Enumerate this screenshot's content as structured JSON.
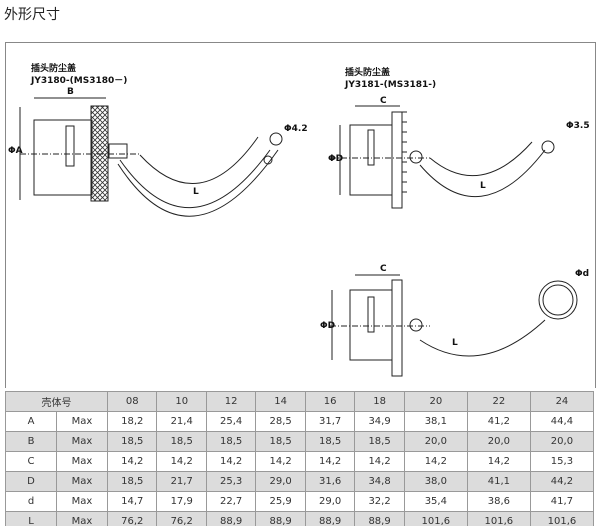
{
  "title": "外形尺寸",
  "drawings": [
    {
      "name": "插头防尘盖",
      "model": "JY3180-(MS3180－)",
      "dims": {
        "length": "B",
        "dia": "ΦA",
        "hole": "Φ4.2",
        "cable": "L"
      }
    },
    {
      "name": "插头防尘盖",
      "model": "JY3181-(MS3181-)",
      "dims": {
        "length": "C",
        "dia": "ΦD",
        "hole": "Φ3.5",
        "cable": "L"
      }
    },
    {
      "dims": {
        "length": "C",
        "dia": "ΦD",
        "ring": "Φd",
        "cable": "L"
      }
    }
  ],
  "table": {
    "header": [
      "壳体号",
      "08",
      "10",
      "12",
      "14",
      "16",
      "18",
      "20",
      "22",
      "24"
    ],
    "rows": [
      {
        "dim": "A",
        "q": "Max",
        "v": [
          "18,2",
          "21,4",
          "25,4",
          "28,5",
          "31,7",
          "34,9",
          "38,1",
          "41,2",
          "44,4"
        ]
      },
      {
        "dim": "B",
        "q": "Max",
        "v": [
          "18,5",
          "18,5",
          "18,5",
          "18,5",
          "18,5",
          "18,5",
          "20,0",
          "20,0",
          "20,0"
        ]
      },
      {
        "dim": "C",
        "q": "Max",
        "v": [
          "14,2",
          "14,2",
          "14,2",
          "14,2",
          "14,2",
          "14,2",
          "14,2",
          "14,2",
          "15,3"
        ]
      },
      {
        "dim": "D",
        "q": "Max",
        "v": [
          "18,5",
          "21,7",
          "25,3",
          "29,0",
          "31,6",
          "34,8",
          "38,0",
          "41,1",
          "44,2"
        ]
      },
      {
        "dim": "d",
        "q": "Max",
        "v": [
          "14,7",
          "17,9",
          "22,7",
          "25,9",
          "29,0",
          "32,2",
          "35,4",
          "38,6",
          "41,7"
        ]
      },
      {
        "dim": "L",
        "q": "Max",
        "v": [
          "76,2",
          "76,2",
          "88,9",
          "88,9",
          "88,9",
          "88,9",
          "101,6",
          "101,6",
          "101,6"
        ]
      }
    ]
  }
}
